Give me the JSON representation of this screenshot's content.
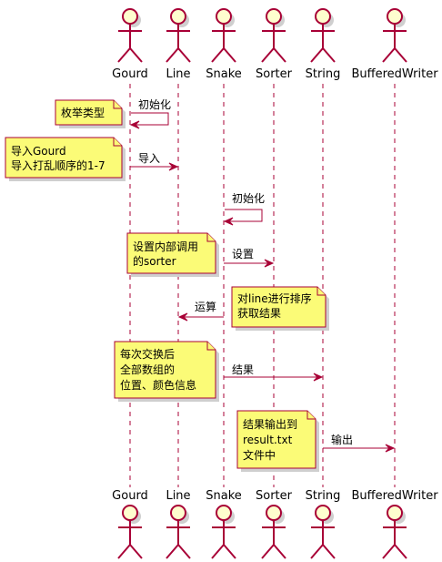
{
  "actors": [
    {
      "id": "gourd",
      "label": "Gourd"
    },
    {
      "id": "line",
      "label": "Line"
    },
    {
      "id": "snake",
      "label": "Snake"
    },
    {
      "id": "sorter",
      "label": "Sorter"
    },
    {
      "id": "string",
      "label": "String"
    },
    {
      "id": "bufferedwriter",
      "label": "BufferedWriter"
    }
  ],
  "messages": [
    {
      "id": "gourd-init",
      "from": "gourd",
      "to": "gourd",
      "label": "初始化"
    },
    {
      "id": "gourd-import",
      "from": "gourd",
      "to": "line",
      "label": "导入"
    },
    {
      "id": "snake-init",
      "from": "snake",
      "to": "snake",
      "label": "初始化"
    },
    {
      "id": "snake-set",
      "from": "snake",
      "to": "sorter",
      "label": "设置"
    },
    {
      "id": "snake-compute",
      "from": "snake",
      "to": "line",
      "label": "运算"
    },
    {
      "id": "snake-result",
      "from": "snake",
      "to": "string",
      "label": "结果"
    },
    {
      "id": "string-output",
      "from": "string",
      "to": "bufferedwriter",
      "label": "输出"
    }
  ],
  "notes": [
    {
      "id": "enum-type",
      "lines": [
        "枚举类型"
      ]
    },
    {
      "id": "import-gourd",
      "lines": [
        "导入Gourd",
        "导入打乱顺序的1-7"
      ]
    },
    {
      "id": "internal-sorter",
      "lines": [
        "设置内部调用",
        "的sorter"
      ]
    },
    {
      "id": "line-sort",
      "lines": [
        "对line进行排序",
        "获取结果"
      ]
    },
    {
      "id": "swap-info",
      "lines": [
        "每次交换后",
        "全部数组的",
        "位置、颜色信息"
      ]
    },
    {
      "id": "output-file",
      "lines": [
        "结果输出到",
        "result.txt",
        "文件中"
      ]
    }
  ],
  "colors": {
    "line": "#A80036",
    "actor_fill": "#FEFECE",
    "note_fill": "#FBFB77"
  }
}
